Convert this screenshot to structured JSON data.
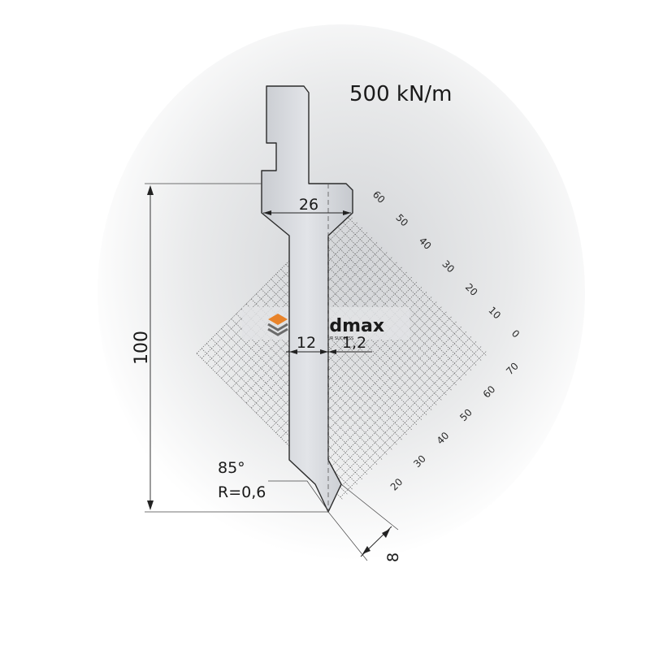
{
  "tool": {
    "capacity": "500 kN/m",
    "height": "100",
    "width_top": "26",
    "width_lower": "12",
    "offset": "1,2",
    "angle": "85°",
    "radius": "R=0,6",
    "tip_dim": "8"
  },
  "logo": {
    "text": "Bendmax",
    "tagline": "ENGINEERING YOUR SUCCESS"
  },
  "scales": {
    "upper": [
      "60",
      "50",
      "40",
      "30",
      "20",
      "10",
      "0"
    ],
    "lower": [
      "70",
      "60",
      "50",
      "40",
      "30",
      "20"
    ]
  },
  "colors": {
    "tool_fill": "#d7dadf",
    "tool_stroke": "#2b2b2b",
    "grid": "#555555",
    "logo_orange": "#e8832a",
    "logo_gray": "#6b6b6b"
  }
}
